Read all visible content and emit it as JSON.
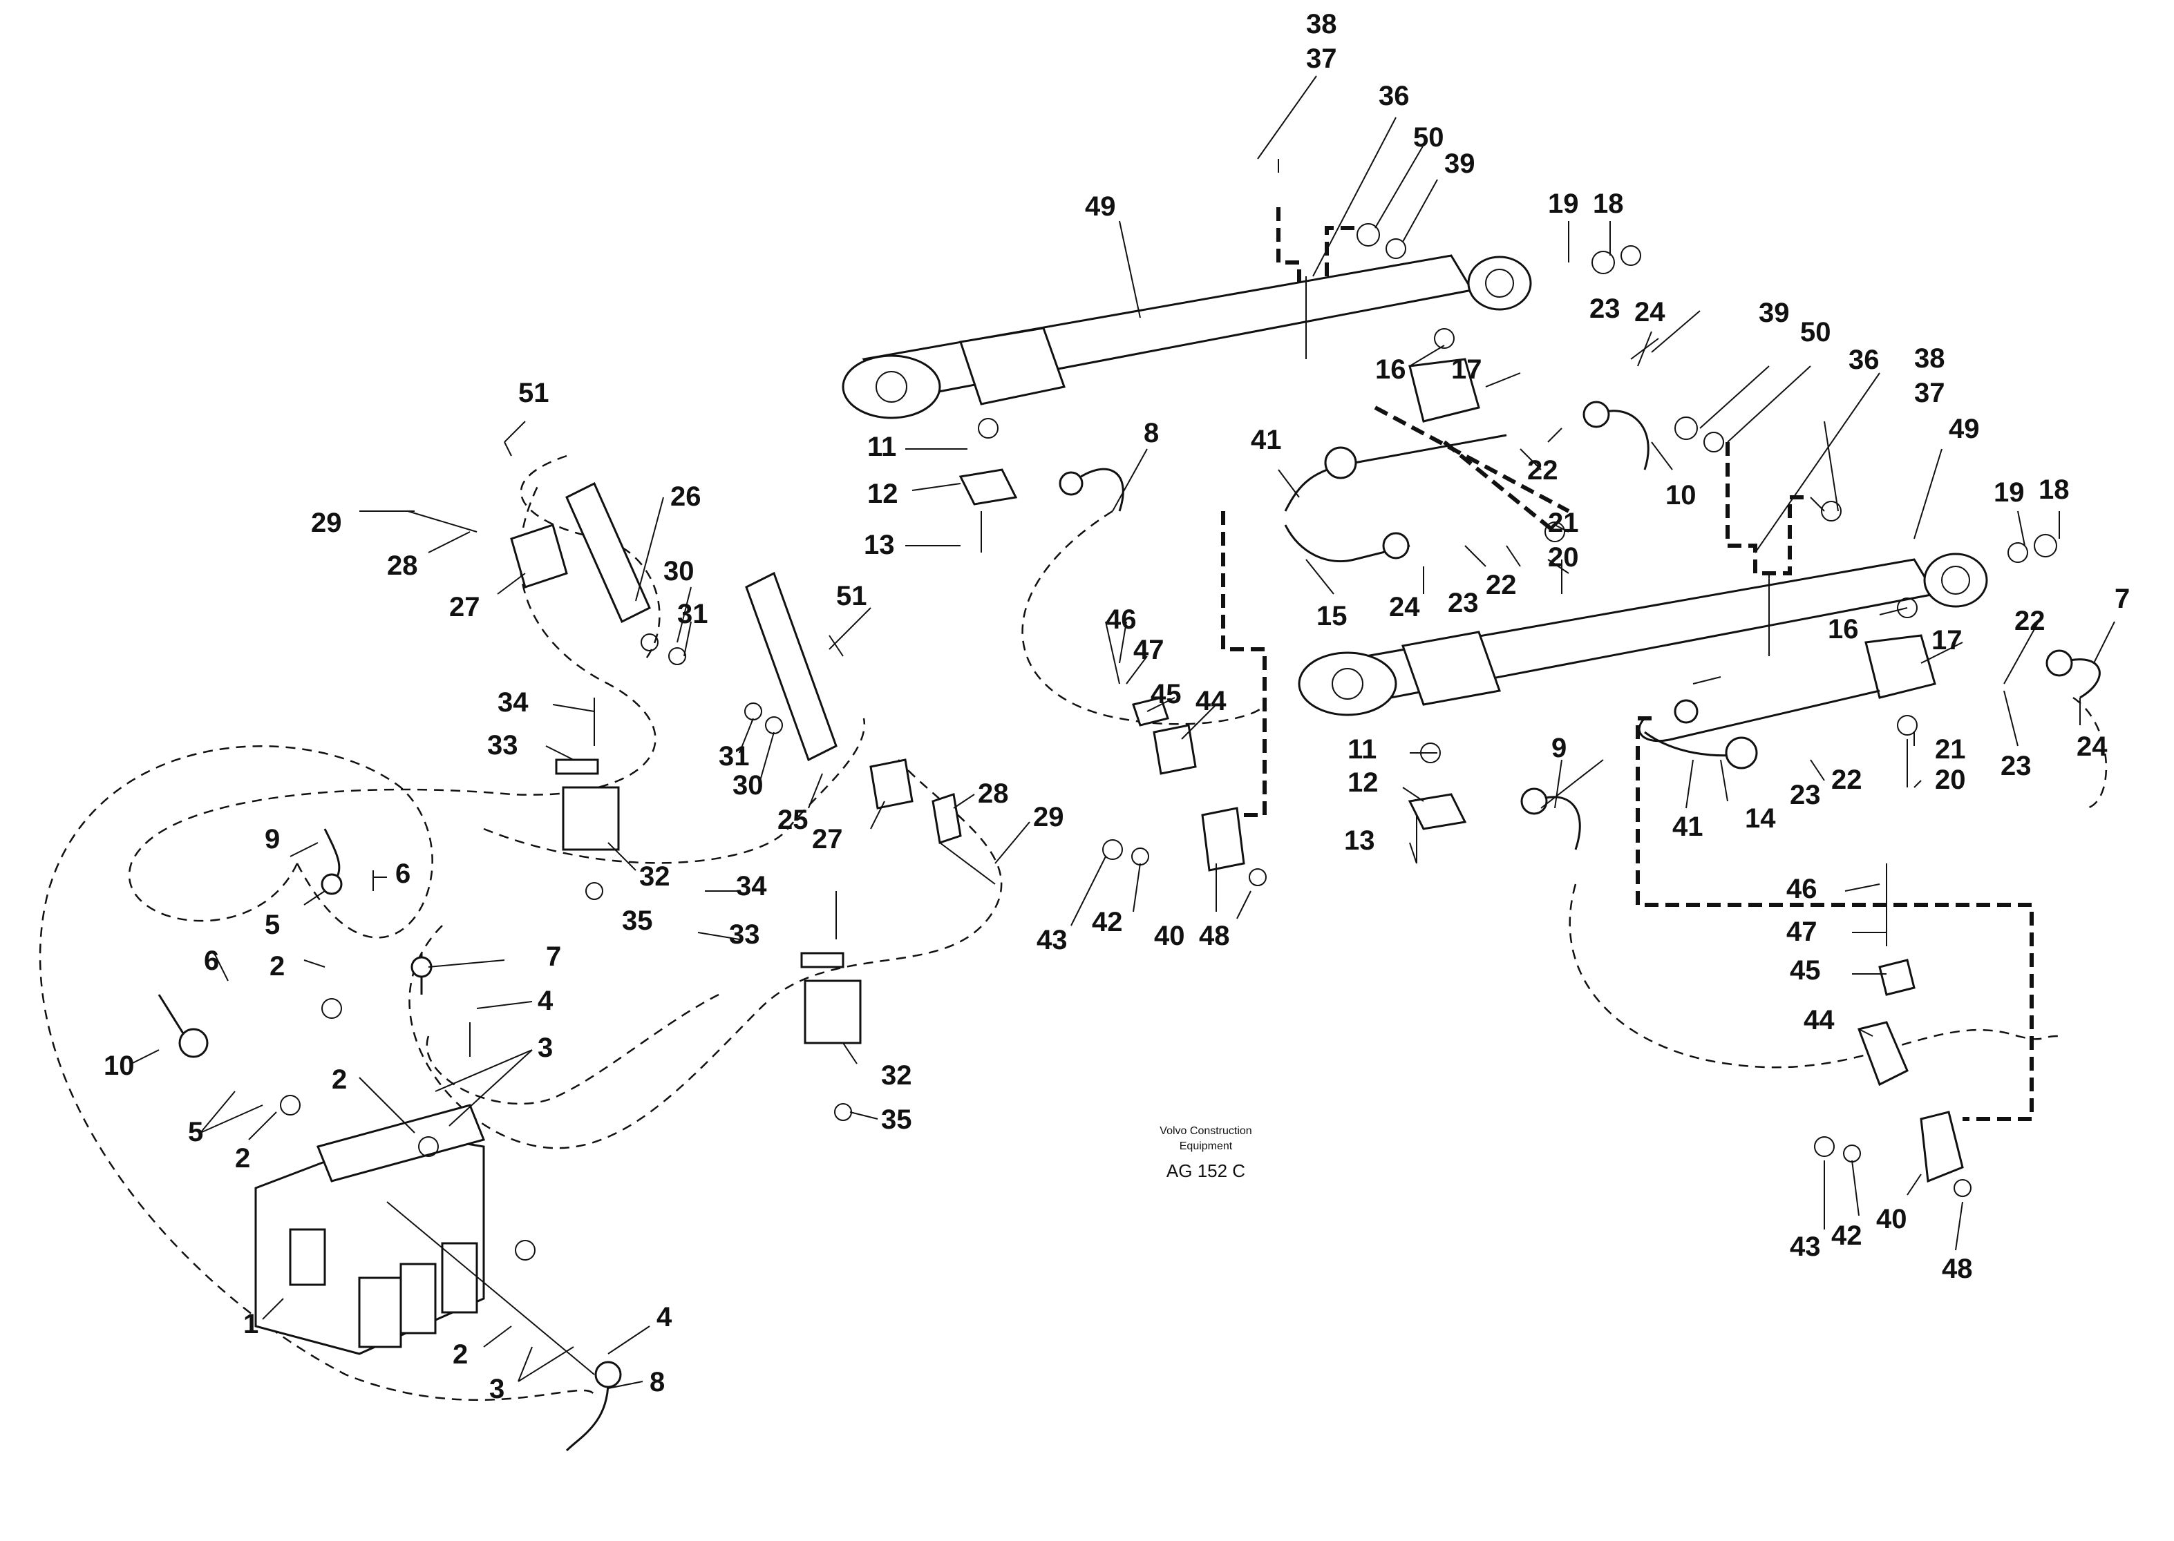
{
  "caption": {
    "line1": "Volvo Construction",
    "line2": "Equipment",
    "code": "AG 152 C"
  },
  "callouts": [
    "38",
    "37",
    "36",
    "50",
    "39",
    "49",
    "19",
    "18",
    "23",
    "24",
    "39",
    "50",
    "36",
    "38",
    "37",
    "49",
    "16",
    "17",
    "22",
    "10",
    "51",
    "26",
    "29",
    "28",
    "27",
    "11",
    "12",
    "13",
    "8",
    "41",
    "21",
    "20",
    "15",
    "24",
    "23",
    "22",
    "19",
    "18",
    "30",
    "31",
    "51",
    "16",
    "17",
    "22",
    "7",
    "24",
    "23",
    "46",
    "47",
    "45",
    "44",
    "31",
    "30",
    "25",
    "27",
    "28",
    "29",
    "34",
    "33",
    "32",
    "35",
    "11",
    "12",
    "13",
    "9",
    "14",
    "41",
    "23",
    "22",
    "21",
    "20",
    "43",
    "42",
    "40",
    "48",
    "9",
    "5",
    "6",
    "2",
    "7",
    "4",
    "3",
    "2",
    "34",
    "33",
    "32",
    "35",
    "46",
    "47",
    "45",
    "44",
    "6",
    "10",
    "5",
    "2",
    "1",
    "2",
    "3",
    "4",
    "8",
    "43",
    "42",
    "40",
    "48"
  ]
}
